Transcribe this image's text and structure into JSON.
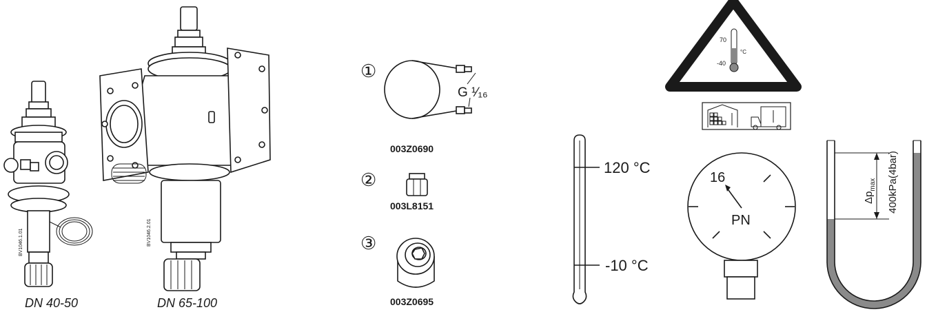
{
  "valves": {
    "small_caption": "DN 40-50",
    "large_caption": "DN 65-100",
    "small_ref": "BV1046.1.01",
    "large_ref": "BV1046.2.01"
  },
  "accessories": [
    {
      "number": "①",
      "code": "003Z0690",
      "thread": "G ¹⁄₁₆"
    },
    {
      "number": "②",
      "code": "003L8151"
    },
    {
      "number": "③",
      "code": "003Z0695"
    }
  ],
  "ambient": {
    "temp_max": "70",
    "temp_min": "-40",
    "unit": "°C"
  },
  "medium": {
    "temp_high": "120 °C",
    "temp_low": "-10 °C"
  },
  "pressure": {
    "gauge_value": "16",
    "gauge_label": "PN",
    "dp_label": "Δp",
    "dp_sub": "max",
    "dp_value": "400kPa(4bar)"
  }
}
